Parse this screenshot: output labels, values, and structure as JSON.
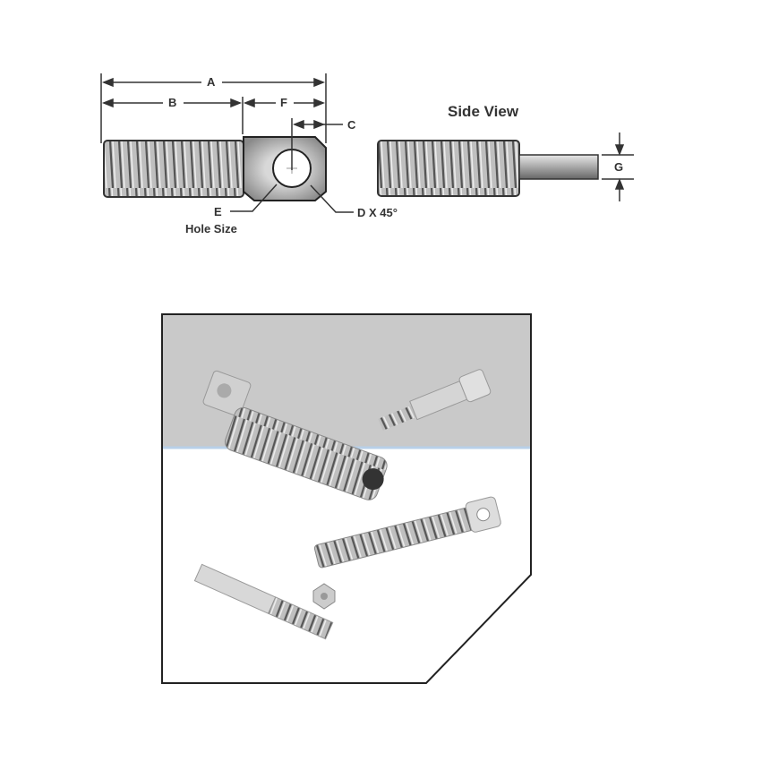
{
  "diagram": {
    "front_view": {
      "dimension_labels": {
        "A": "A",
        "B": "B",
        "F": "F",
        "C": "C",
        "E": "E",
        "E_caption": "Hole Size",
        "D": "D X 45°"
      }
    },
    "side_view": {
      "title": "Side View",
      "dimension_labels": {
        "G": "G"
      }
    },
    "photo": {
      "description": "Stainless steel eye bolts, threaded rods, screws and hex nut on gray/white background"
    }
  }
}
